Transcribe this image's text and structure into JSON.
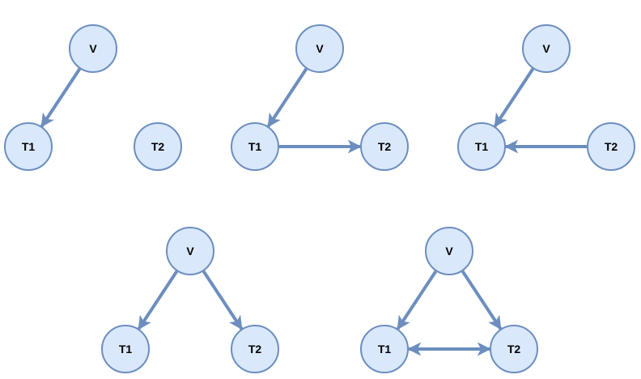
{
  "colors": {
    "node_fill": "#dae8fc",
    "node_stroke": "#6c8ebf",
    "edge": "#6c8ebf",
    "text": "#000000"
  },
  "panels": [
    {
      "id": "p1",
      "nodes": [
        {
          "id": "V",
          "label": "V"
        },
        {
          "id": "T1",
          "label": "T1"
        },
        {
          "id": "T2",
          "label": "T2"
        }
      ],
      "edges": [
        {
          "from": "V",
          "to": "T1",
          "direction": "forward"
        }
      ]
    },
    {
      "id": "p2",
      "nodes": [
        {
          "id": "V",
          "label": "V"
        },
        {
          "id": "T1",
          "label": "T1"
        },
        {
          "id": "T2",
          "label": "T2"
        }
      ],
      "edges": [
        {
          "from": "V",
          "to": "T1",
          "direction": "forward"
        },
        {
          "from": "T1",
          "to": "T2",
          "direction": "forward"
        }
      ]
    },
    {
      "id": "p3",
      "nodes": [
        {
          "id": "V",
          "label": "V"
        },
        {
          "id": "T1",
          "label": "T1"
        },
        {
          "id": "T2",
          "label": "T2"
        }
      ],
      "edges": [
        {
          "from": "V",
          "to": "T1",
          "direction": "forward"
        },
        {
          "from": "T2",
          "to": "T1",
          "direction": "forward"
        }
      ]
    },
    {
      "id": "p4",
      "nodes": [
        {
          "id": "V",
          "label": "V"
        },
        {
          "id": "T1",
          "label": "T1"
        },
        {
          "id": "T2",
          "label": "T2"
        }
      ],
      "edges": [
        {
          "from": "V",
          "to": "T1",
          "direction": "forward"
        },
        {
          "from": "V",
          "to": "T2",
          "direction": "forward"
        }
      ]
    },
    {
      "id": "p5",
      "nodes": [
        {
          "id": "V",
          "label": "V"
        },
        {
          "id": "T1",
          "label": "T1"
        },
        {
          "id": "T2",
          "label": "T2"
        }
      ],
      "edges": [
        {
          "from": "V",
          "to": "T1",
          "direction": "forward"
        },
        {
          "from": "V",
          "to": "T2",
          "direction": "forward"
        },
        {
          "from": "T1",
          "to": "T2",
          "direction": "both"
        }
      ]
    }
  ]
}
